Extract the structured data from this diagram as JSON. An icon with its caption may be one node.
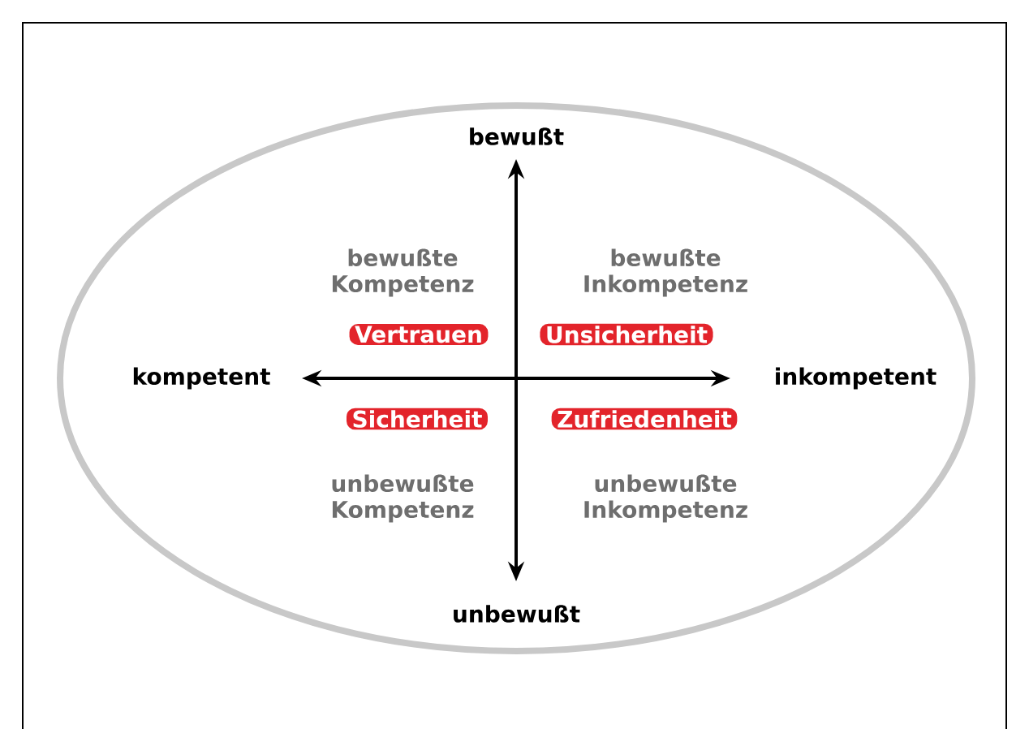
{
  "diagram": {
    "nodes": [
      {
        "text": [
          "Vertrauen"
        ]
      },
      {
        "text": [
          "Unsicherheit"
        ]
      },
      {
        "text": [
          "Sicherheit"
        ]
      },
      {
        "text": [
          "Zufriedenheit"
        ]
      }
    ],
    "labels": [
      "bewußt",
      "bewußte Kompetenz",
      "bewußte Inkompetenz",
      "kompetent",
      "inkompetent",
      "unbewußte Kompetenz",
      "unbewußte Inkompetenz",
      "unbewußt"
    ]
  }
}
